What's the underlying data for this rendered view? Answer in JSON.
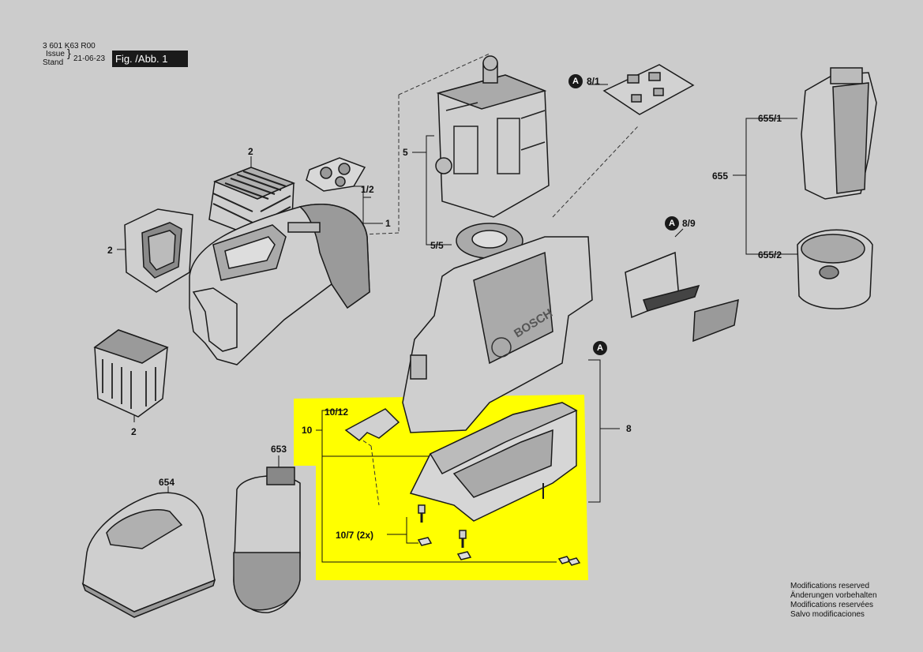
{
  "header": {
    "part_number": "3 601 K63 R00",
    "issue_label_1": "Issue",
    "issue_label_2": "Stand",
    "date": "21-06-23",
    "figure": "Fig. /Abb. 1"
  },
  "callouts": {
    "c2_top": "2",
    "c2_left": "2",
    "c2_bottom": "2",
    "c1_2": "1/2",
    "c1": "1",
    "c5": "5",
    "c5_5": "5/5",
    "c8_1": "8/1",
    "c8_9": "8/9",
    "c655_1": "655/1",
    "c655": "655",
    "c655_2": "655/2",
    "c8": "8",
    "c10_12": "10/12",
    "c10": "10",
    "c10_7": "10/7  (2x)",
    "c653": "653",
    "c654": "654",
    "circle_label": "A"
  },
  "notes": [
    "Modifications reserved",
    "Änderungen vorbehalten",
    "Modifications reservées",
    "Salvo modificaciones"
  ],
  "brand": "BOSCH",
  "colors": {
    "background": "#cccccc",
    "highlight": "#ffff00",
    "line": "#1a1a1a",
    "part_fill": "#cfcfcf",
    "part_dark": "#9a9a9a"
  }
}
